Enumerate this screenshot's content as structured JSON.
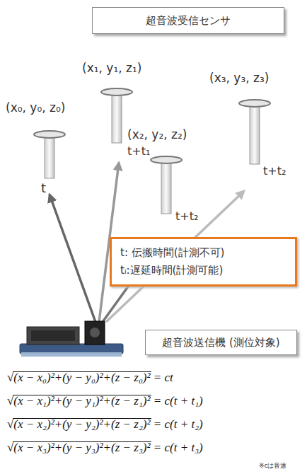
{
  "diagram": {
    "nodes": [
      {
        "text": [
          "超音波受信センサ"
        ]
      },
      {
        "text": [
          "t: 伝搬時間(計測不可)",
          "tᵢ:遅延時間(計測可能)"
        ]
      },
      {
        "text": [
          "超音波送信機 (測位対象)"
        ]
      }
    ],
    "labels": [
      "(x₀, y₀, z₀)",
      "(x₁, y₁, z₁)",
      "(x₂, y₂, z₂)",
      "(x₃, y₃, z₃)",
      "t",
      "t+t₁",
      "t+t₂",
      "t+t₂",
      "√(x − x₀)²+(y − y₀)²+(z − z₀)² = ct",
      "√(x − x₁)²+(y − y₁)²+(z − z₁)² = c(t + t₁)",
      "√(x − x₂)²+(y − y₂)²+(z − z₂)² = c(t + t₂)",
      "√(x − x₃)²+(y − y₃)²+(z − z₃)² = c(t + t₃)",
      "※cは音速"
    ]
  }
}
